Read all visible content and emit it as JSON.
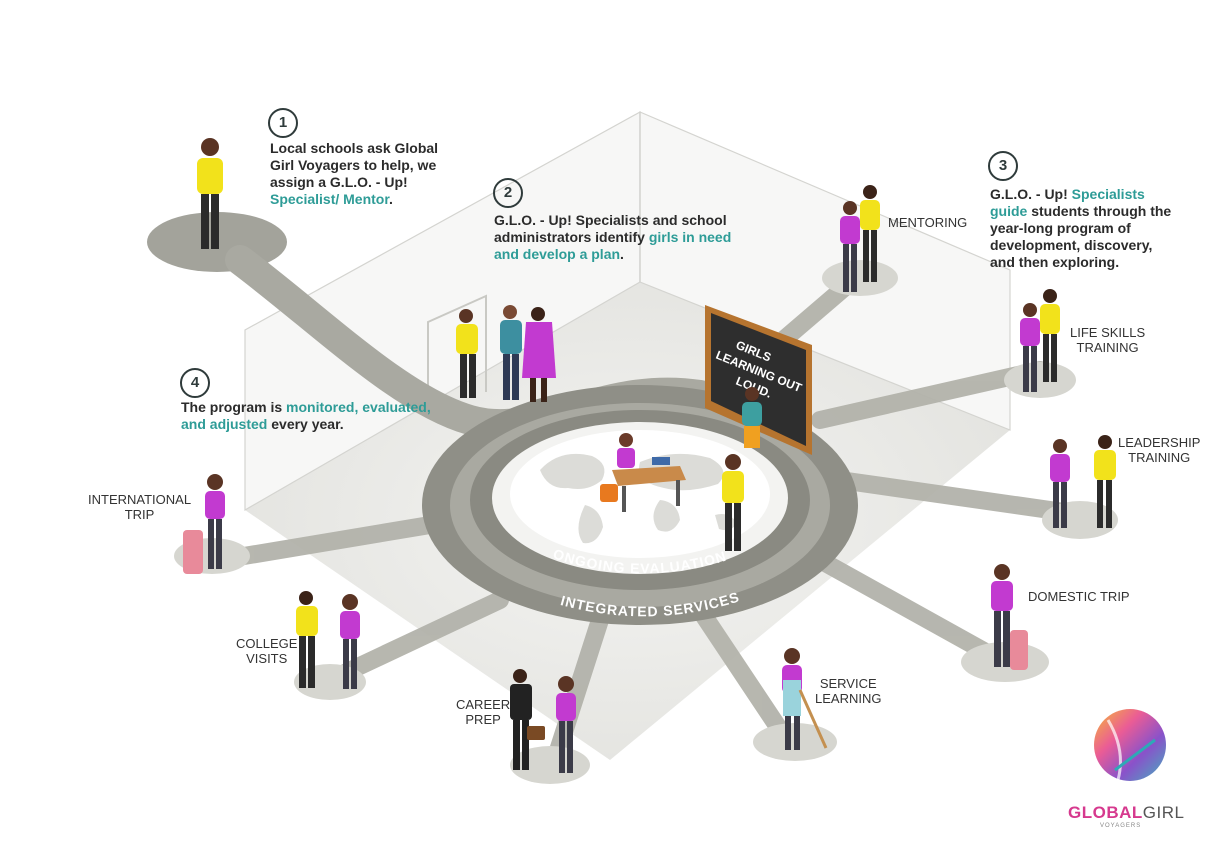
{
  "steps": [
    {
      "num": "1",
      "text_a": "Local schools ask Global Girl Voyagers to help, we assign a G.L.O. - Up! ",
      "highlight_a": "Specialist/ Mentor",
      "text_b": "."
    },
    {
      "num": "2",
      "text_a": "G.L.O. - Up! Specialists and school administrators identify ",
      "highlight_a": "girls in need and develop a plan",
      "text_b": "."
    },
    {
      "num": "3",
      "text_a": "G.L.O. - Up! ",
      "highlight_a": "Specialists guide",
      "text_b": " students through the year-long program of development, discovery, and then exploring."
    },
    {
      "num": "4",
      "text_a": "The program is ",
      "highlight_a": "monitored, evaluated, and adjusted",
      "text_b": " every year."
    }
  ],
  "rings": {
    "inner": "ONGOING EVALUATION",
    "outer": "INTEGRATED SERVICES"
  },
  "blackboard": {
    "lines": [
      "GIRLS",
      "LEARNING OUT",
      "LOUD."
    ]
  },
  "services": {
    "mentoring": "MENTORING",
    "life_skills_1": "LIFE SKILLS",
    "life_skills_2": "TRAINING",
    "leadership_1": "LEADERSHIP",
    "leadership_2": "TRAINING",
    "domestic_trip": "DOMESTIC TRIP",
    "service_learning_1": "SERVICE",
    "service_learning_2": "LEARNING",
    "career_prep_1": "CAREER",
    "career_prep_2": "PREP",
    "college_visits_1": "COLLEGE",
    "college_visits_2": "VISITS",
    "international_trip_1": "INTERNATIONAL",
    "international_trip_2": "TRIP"
  },
  "logo": {
    "global": "GLOBAL",
    "girl": "GIRL",
    "voyagers": "VOYAGERS"
  },
  "colors": {
    "teal_highlight": "#2e9c97",
    "ring_dark": "#8f8f87",
    "ring_light": "#a9a9a1",
    "spoke": "#b3b3ab",
    "shirt_yellow": "#f2e21b",
    "shirt_magenta": "#c23ad0",
    "logo_pink": "#d6398e"
  }
}
